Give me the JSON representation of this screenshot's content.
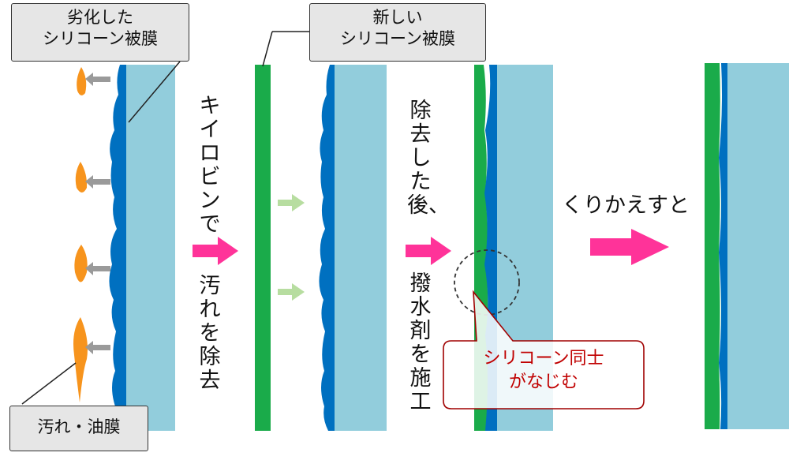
{
  "labels": {
    "degraded_line1": "劣化した",
    "degraded_line2": "シリコーン被膜",
    "new_line1": "新しい",
    "new_line2": "シリコーン被膜",
    "dirt": "汚れ・油膜",
    "step1_a": "キイロビンで",
    "step1_b": "汚れを除去",
    "step2_a": "除去した後、",
    "step2_b": "撥水剤を施工",
    "repeat": "くりかえすと",
    "callout_line1": "シリコーン同士",
    "callout_line2": "がなじむ"
  },
  "colors": {
    "glass": "#92cddc",
    "old_coating": "#0070c0",
    "new_coating": "#1aab4a",
    "dirt": "#f7941d",
    "arrow_gray": "#9a9a9a",
    "arrow_light": "#b7dda0",
    "arrow_pink": "#ff3399",
    "callout_text": "#c00000"
  }
}
